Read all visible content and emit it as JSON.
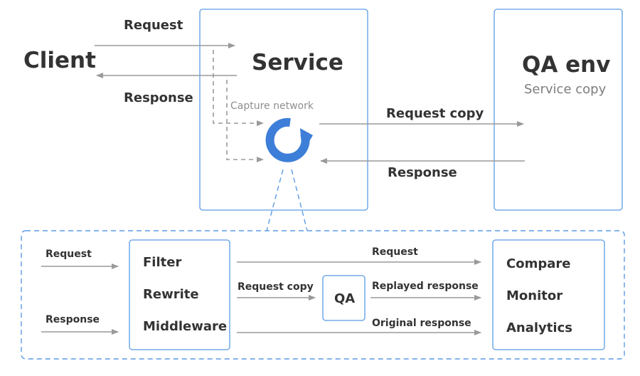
{
  "top": {
    "client": "Client",
    "service": "Service",
    "qa_env": "QA env",
    "service_copy": "Service copy",
    "request": "Request",
    "response": "Response",
    "capture_network": "Capture network",
    "request_copy": "Request copy",
    "qa_response": "Response"
  },
  "detail": {
    "in_request": "Request",
    "in_response": "Response",
    "middleware_items": [
      "Filter",
      "Rewrite",
      "Middleware"
    ],
    "out_request": "Request",
    "request_copy": "Request copy",
    "qa": "QA",
    "replayed_response": "Replayed response",
    "original_response": "Original response",
    "analysis_items": [
      "Compare",
      "Monitor",
      "Analytics"
    ]
  },
  "colors": {
    "box_border": "#5b9be6",
    "arrow": "#9a9a9a",
    "capture_icon": "#3d7ed8"
  },
  "icons": [
    "capture-logo-icon"
  ]
}
